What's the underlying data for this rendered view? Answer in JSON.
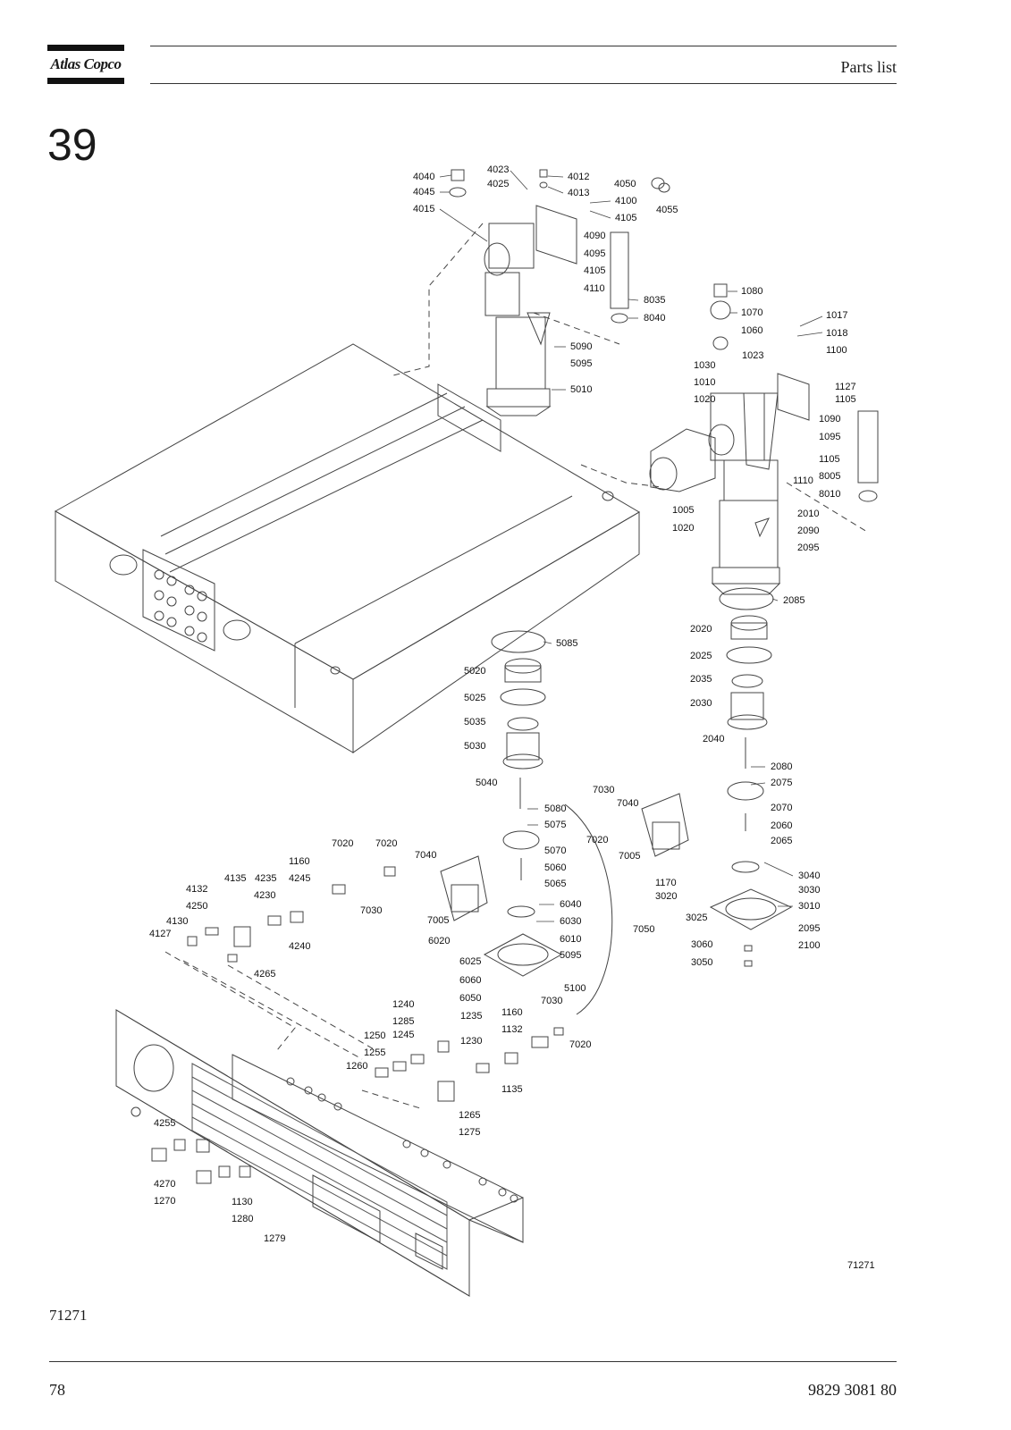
{
  "header": {
    "brand": "Atlas Copco",
    "title": "Parts list"
  },
  "section": {
    "number": "39"
  },
  "figure": {
    "code_bottom_left": "71271",
    "code_in_drawing": "71271",
    "part_labels": [
      "4040",
      "4045",
      "4015",
      "4023",
      "4025",
      "4012",
      "4013",
      "4050",
      "4055",
      "4100",
      "4105",
      "4090",
      "4095",
      "4105",
      "4110",
      "8035",
      "8040",
      "5090",
      "5095",
      "5010",
      "1080",
      "1070",
      "1060",
      "1017",
      "1018",
      "1100",
      "1030",
      "1023",
      "1010",
      "1020",
      "1127",
      "1105",
      "1090",
      "1095",
      "1105",
      "1110",
      "8005",
      "8010",
      "1005",
      "1020",
      "2010",
      "2090",
      "2095",
      "2085",
      "5085",
      "2020",
      "2025",
      "2035",
      "2030",
      "2040",
      "2080",
      "2075",
      "2070",
      "2060",
      "2065",
      "5020",
      "5025",
      "5035",
      "5030",
      "5040",
      "5080",
      "5075",
      "5070",
      "5060",
      "5065",
      "7030",
      "7040",
      "7020",
      "7005",
      "7050",
      "7020",
      "7020",
      "7040",
      "1160",
      "4135",
      "4235",
      "4245",
      "4132",
      "4250",
      "4230",
      "4130",
      "4127",
      "4240",
      "4265",
      "7030",
      "7005",
      "6040",
      "6030",
      "6010",
      "6020",
      "6025",
      "5095",
      "5100",
      "6060",
      "6050",
      "7050",
      "1170",
      "3020",
      "3025",
      "3040",
      "3030",
      "3010",
      "2095",
      "2100",
      "3060",
      "3050",
      "1240",
      "1285",
      "1235",
      "1160",
      "7030",
      "1250",
      "1245",
      "1230",
      "1132",
      "1255",
      "1260",
      "7020",
      "1135",
      "1265",
      "1275",
      "4255",
      "4270",
      "1270",
      "1130",
      "1280",
      "1279"
    ]
  },
  "footer": {
    "page": "78",
    "doc_number": "9829 3081 80"
  }
}
